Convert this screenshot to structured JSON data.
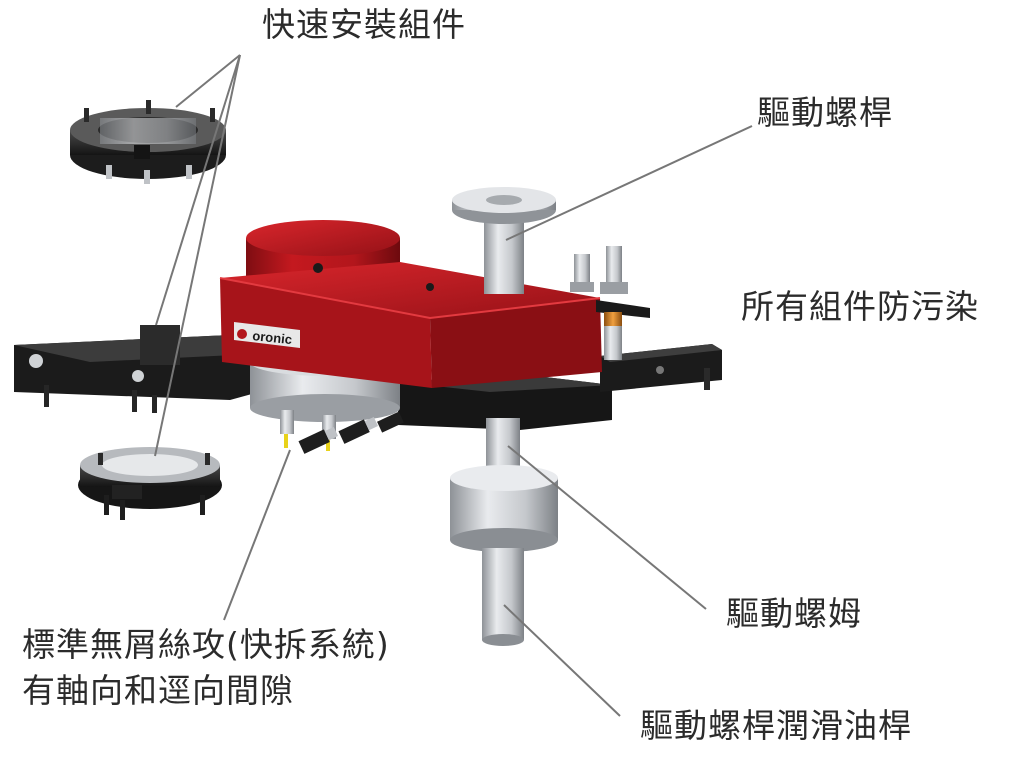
{
  "labels": {
    "quick_mount": "快速安裝組件",
    "drive_screw": "驅動螺桿",
    "protection": "所有組件防污染",
    "drive_nut": "驅動螺姆",
    "tapping_line1": "標準無屑絲攻(快拆系統)",
    "tapping_line2": "有軸向和逕向間隙",
    "lube_rod": "驅動螺桿潤滑油桿"
  },
  "brand_mark": "oronic",
  "colors": {
    "housing_red": "#b3161c",
    "housing_dark_red": "#7e0d12",
    "steel": "#c9ccd0",
    "black_part": "#1f1f1f",
    "leader_line": "#777777",
    "text": "#2b2b2b"
  }
}
